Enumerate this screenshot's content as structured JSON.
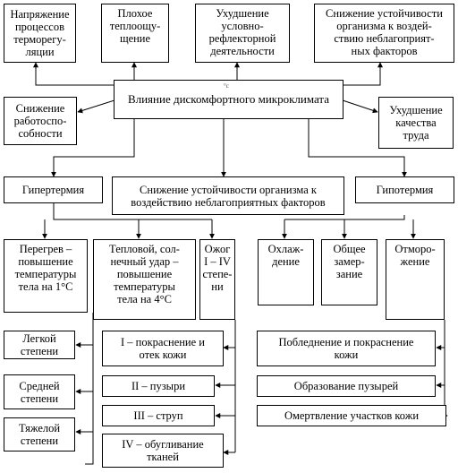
{
  "center": {
    "title": "Влияние дискомфортного микроклимата",
    "mark": "°c"
  },
  "top": {
    "thermoreg": "Напряжение\nпроцессов\nтерморегу-\nляции",
    "feeling": "Плохое\nтеплоощу-\nщение",
    "reflex": "Ухудшение\nусловно-\nрефлекторной\nдеятельности",
    "resistance": "Снижение устойчивости\nорганизма к воздей-\nствию неблагоприят-\nных факторов"
  },
  "middle": {
    "workability": "Снижение\nработоспо-\nсобности",
    "labor_quality": "Ухудшение\nкачества\nтруда"
  },
  "row3": {
    "hyperthermia": "Гипертермия",
    "resistance2": "Снижение устойчивости организма к\nвоздействию неблагоприятных факторов",
    "hypothermia": "Гипотермия"
  },
  "hyper_children": {
    "overheat": "Перегрев –\nповышение\nтемпературы\nтела на 1°С",
    "heatstroke": "Тепловой, сол-\nнечный удар –\nповышение\nтемпературы\nтела на 4°С",
    "burn": "Ожог\nI – IV\nстепе-\nни"
  },
  "hypo_children": {
    "cooling": "Охлаж-\nдение",
    "freezing": "Общее\nзамер-\nзание",
    "frostbite": "Отморо-\nжение"
  },
  "severity": {
    "mild": "Легкой\nстепени",
    "medium": "Средней\nстепени",
    "severe": "Тяжелой\nстепени"
  },
  "burn_degrees": {
    "d1": "I – покраснение и\nотек кожи",
    "d2": "II – пузыри",
    "d3": "III – струп",
    "d4": "IV – обугливание\nтканей"
  },
  "frostbite_degrees": {
    "d1": "Побледнение и покраснение\nкожи",
    "d2": "Образование пузырей",
    "d3": "Омертвление участков кожи"
  }
}
